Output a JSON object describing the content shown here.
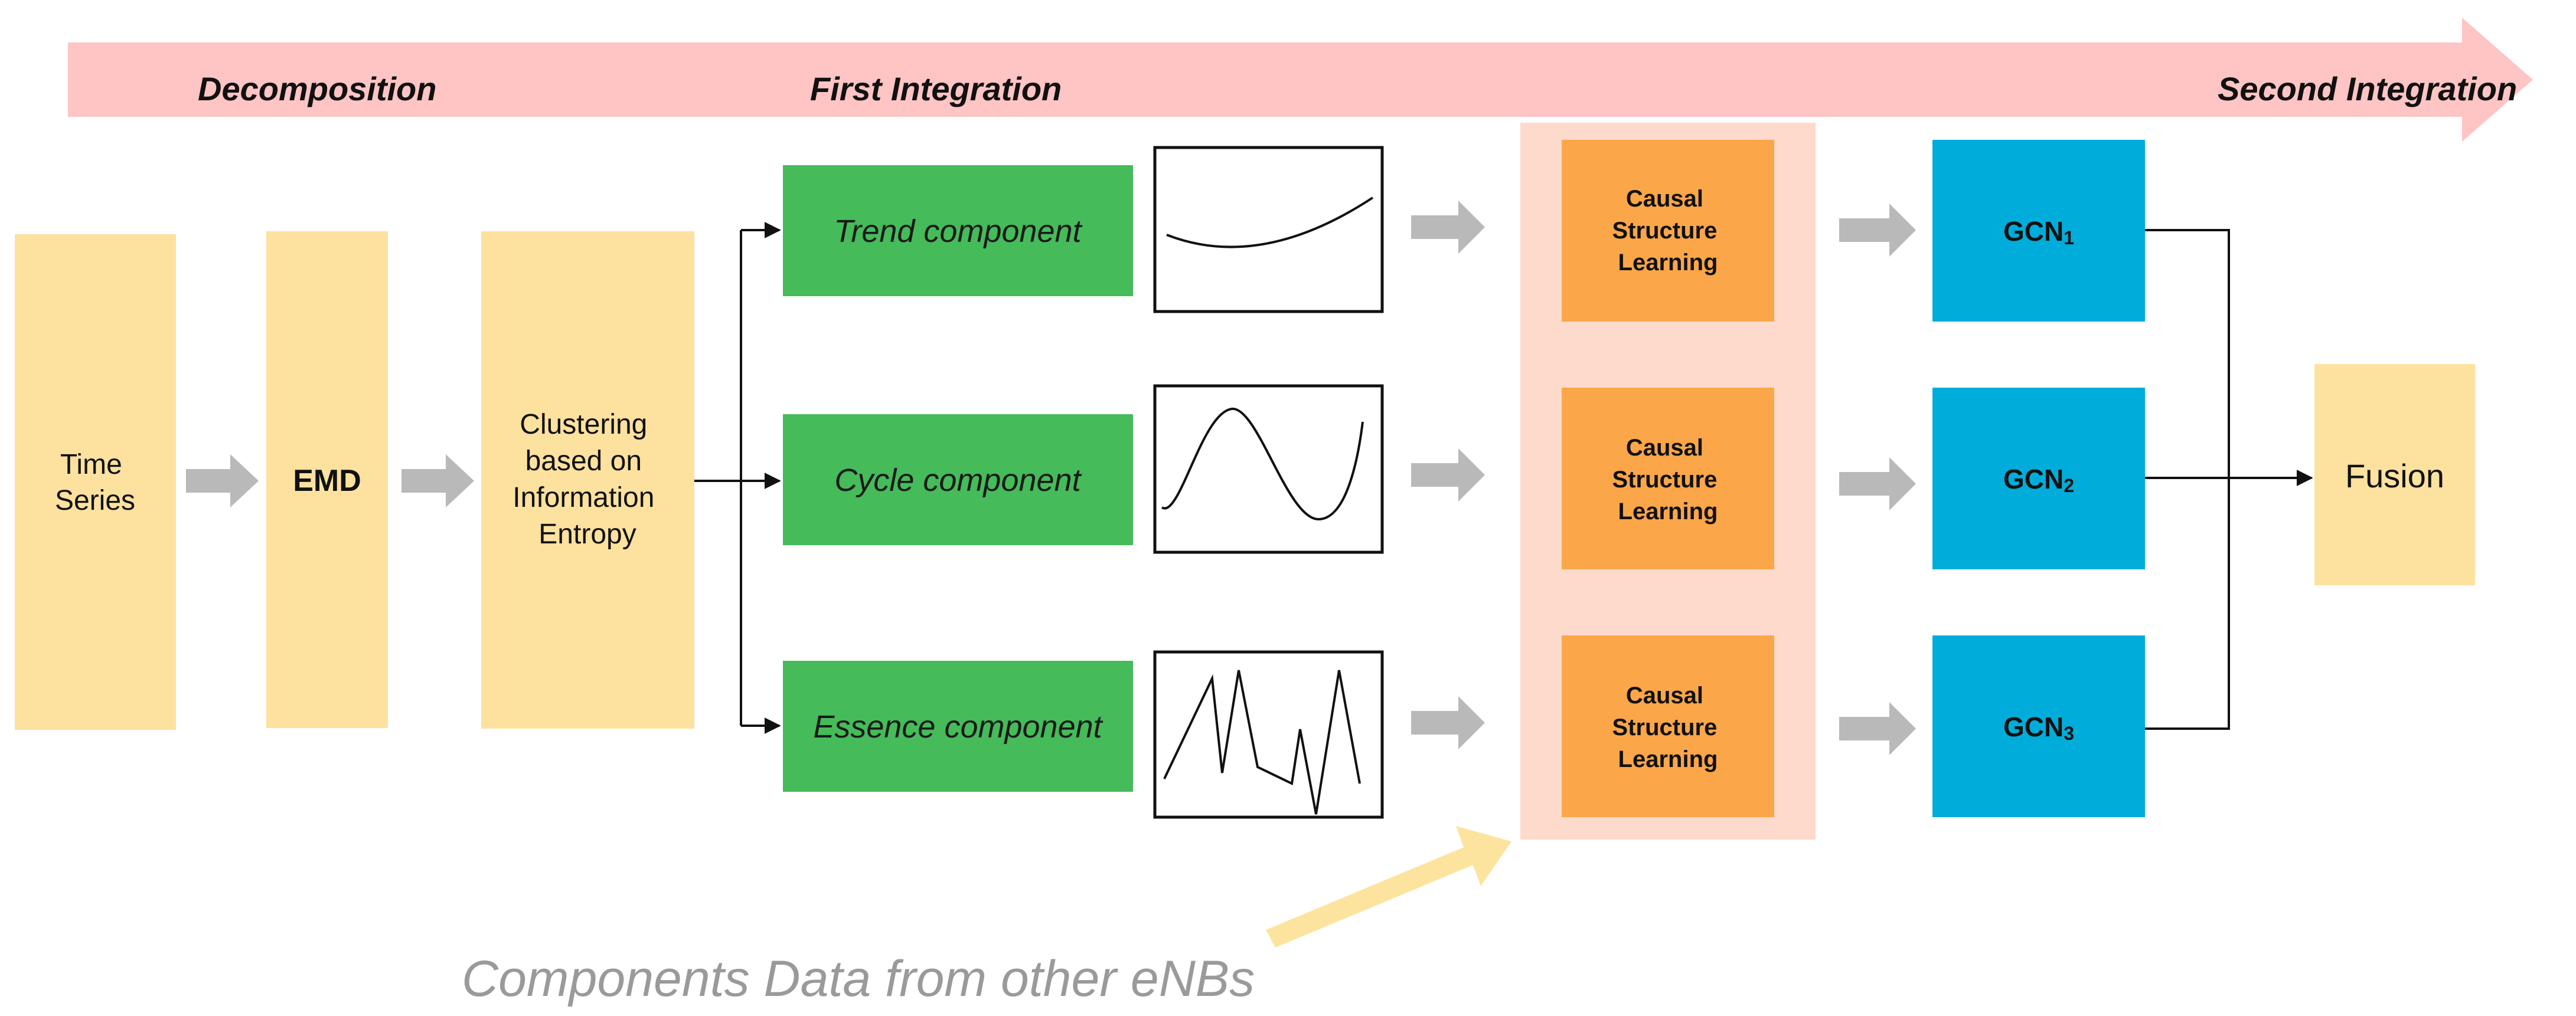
{
  "stages": {
    "decomposition": "Decomposition",
    "first_integration": "First Integration",
    "second_integration": "Second Integration"
  },
  "inputs": {
    "time_series": [
      "Time",
      "Series"
    ],
    "emd": "EMD",
    "clustering": [
      "Clustering",
      "based on",
      "Information",
      "Entropy"
    ]
  },
  "components": [
    {
      "label": "Trend component"
    },
    {
      "label": "Cycle component"
    },
    {
      "label": "Essence component"
    }
  ],
  "causal": [
    "Causal",
    "Structure",
    "Learning"
  ],
  "gcn": [
    {
      "base": "GCN",
      "sub": "1"
    },
    {
      "base": "GCN",
      "sub": "2"
    },
    {
      "base": "GCN",
      "sub": "3"
    }
  ],
  "fusion": "Fusion",
  "note": "Components Data from other eNBs",
  "colors": {
    "timeline_arrow": "#ffc4c4",
    "beige_box": "#fde19e",
    "green_box": "#45bb5a",
    "orange_box": "#fba649",
    "csl_panel": "#fddacc",
    "blue_box": "#00acd9",
    "gray_arrow": "#b9b9b9",
    "yellow_arrow": "#fde49e"
  },
  "icons": [
    "curve-trend-icon",
    "sine-wave-icon",
    "zigzag-noise-icon"
  ]
}
